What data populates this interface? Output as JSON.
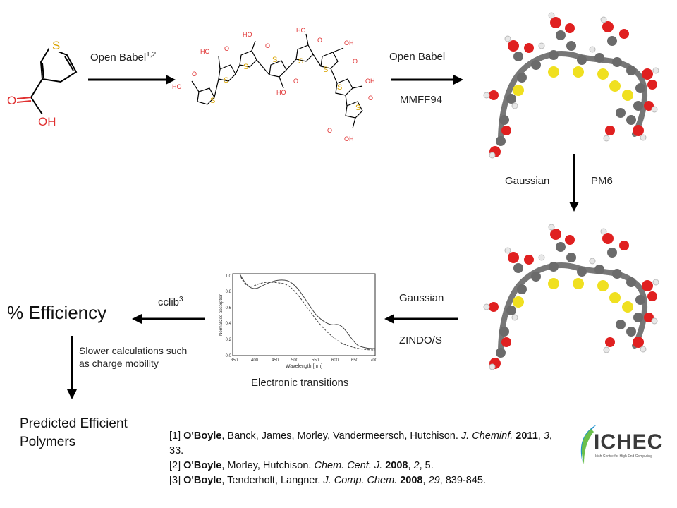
{
  "monomer": {
    "s_label": "S",
    "o_label": "O",
    "oh_label": "OH"
  },
  "oligomer": {
    "s_label": "S",
    "ho_label": "HO",
    "o_label": "O",
    "oh_label": "OH"
  },
  "steps": {
    "open_babel_1": "Open Babel",
    "open_babel_1_sup": "1,2",
    "open_babel_2": "Open Babel",
    "mmff94": "MMFF94",
    "gaussian_1": "Gaussian",
    "pm6": "PM6",
    "gaussian_2": "Gaussian",
    "zindo": "ZINDO/S",
    "cclib": "cclib",
    "cclib_sup": "3",
    "electronic_transitions": "Electronic transitions",
    "slower_calc": "Slower calculations such as charge mobility"
  },
  "efficiency": "% Efficiency",
  "predicted": "Predicted Efficient Polymers",
  "spectrum": {
    "ylabel": "Normalized absorption",
    "xlabel": "Wavelength [nm]",
    "x_ticks": [
      "350",
      "400",
      "450",
      "500",
      "550",
      "600",
      "650",
      "700"
    ],
    "y_ticks": [
      "0.0",
      "0.2",
      "0.4",
      "0.6",
      "0.8",
      "1.0"
    ]
  },
  "references": [
    {
      "num": "[1] ",
      "author": "O'Boyle",
      "rest": ", Banck, James, Morley, Vandermeersch, Hutchison. ",
      "journal": "J. Cheminf.",
      "year": "2011",
      "vol": "3",
      "pages": ", 33."
    },
    {
      "num": "[2] ",
      "author": "O'Boyle",
      "rest": ", Morley, Hutchison. ",
      "journal": "Chem. Cent. J.",
      "year": "2008",
      "vol": "2",
      "pages": ", 5."
    },
    {
      "num": "[3] ",
      "author": "O'Boyle",
      "rest": ", Tenderholt, Langner. ",
      "journal": "J. Comp. Chem.",
      "year": "2008",
      "vol": "29",
      "pages": ", 839-845."
    }
  ],
  "logo": {
    "name": "ICHEC",
    "tagline": "Irish Centre for High-End Computing"
  }
}
